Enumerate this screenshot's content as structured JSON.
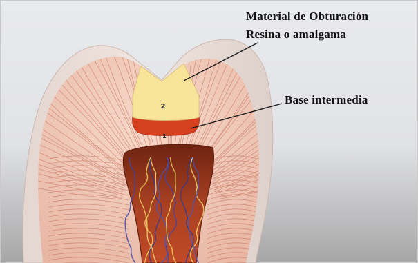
{
  "labels": {
    "filling_material": "Material de Obturación",
    "filling_types": "Resina o amalgama",
    "intermediate_base": "Base intermedia",
    "filling_number": "2",
    "base_number": "1"
  },
  "colors": {
    "filling": "#f9e29a",
    "base": "#d5401f",
    "dentin": "#f1c9b9",
    "enamel": "#e8dad4",
    "pulp": "#9a3a1e",
    "background_top": "#e6e7ea",
    "background_bottom": "#a9a9a9"
  }
}
